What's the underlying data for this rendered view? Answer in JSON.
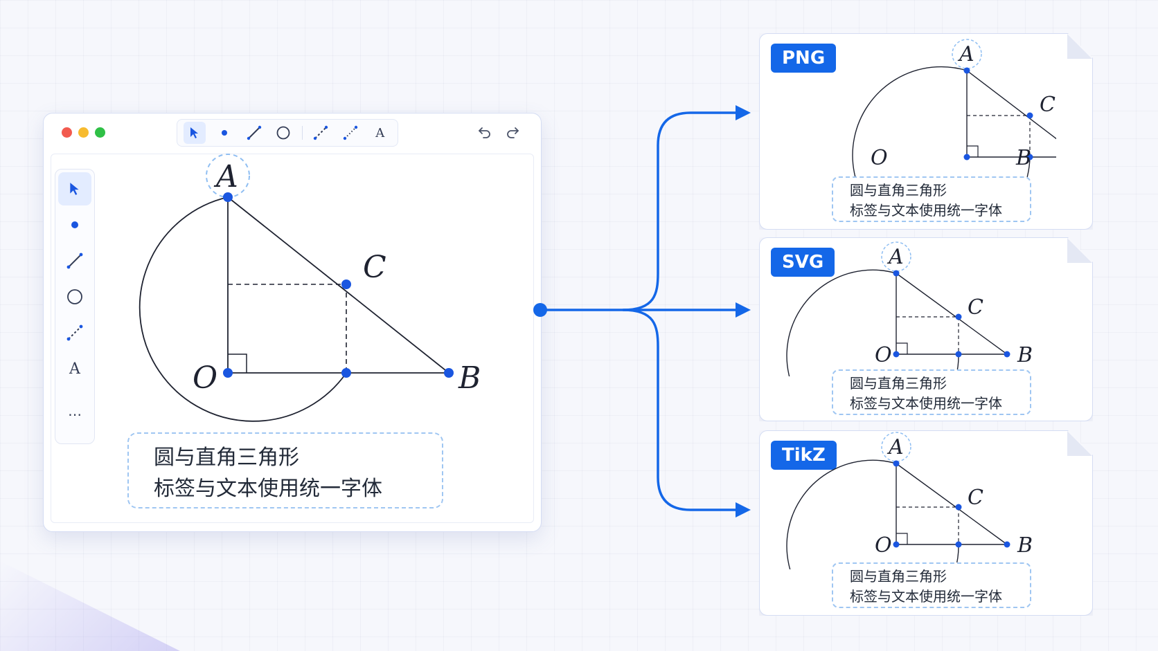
{
  "editor": {
    "toolbar": [
      "pointer-tool",
      "point-tool",
      "segment-tool",
      "circle-tool",
      "dashed-segment-tool",
      "perpendicular-tool",
      "text-tool"
    ],
    "toolbar_text_tool_label": "A",
    "side_text_tool_label": "A",
    "side_more_label": "⋯",
    "window_controls": {
      "close_color": "#f25a4f",
      "minimize_color": "#f7bb2f",
      "maximize_color": "#2fc046"
    }
  },
  "figure": {
    "labels": {
      "A": "A",
      "B": "B",
      "C": "C",
      "O": "O"
    },
    "caption": {
      "line1": "圆与直角三角形",
      "line2": "标签与文本使用统一字体"
    }
  },
  "exports": [
    {
      "format": "PNG",
      "caption_line1": "圆与直角三角形",
      "caption_line2": "标签与文本使用统一字体"
    },
    {
      "format": "SVG",
      "caption_line1": "圆与直角三角形",
      "caption_line2": "标签与文本使用统一字体"
    },
    {
      "format": "TikZ",
      "caption_line1": "圆与直角三角形",
      "caption_line2": "标签与文本使用统一字体"
    }
  ],
  "colors": {
    "accent": "#1467e8",
    "point": "#1a56e0",
    "dashed_highlight": "#8fbef2",
    "stroke": "#1e2230"
  }
}
